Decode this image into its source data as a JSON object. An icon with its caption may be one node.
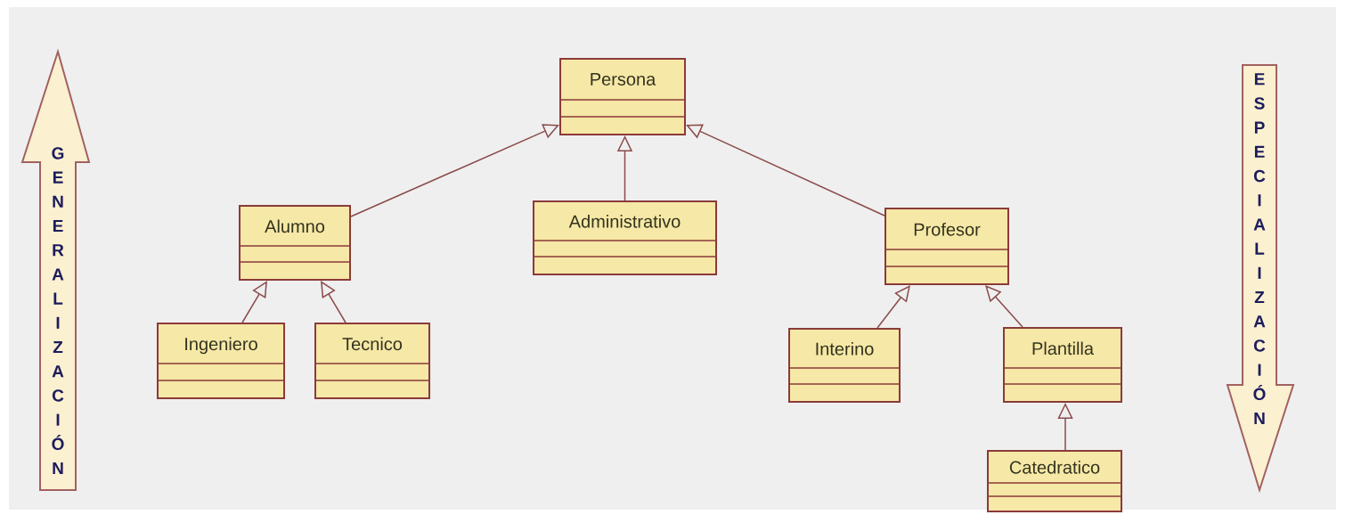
{
  "diagram": {
    "nodes": [
      {
        "text": [
          "Persona"
        ]
      },
      {
        "text": [
          "Alumno"
        ]
      },
      {
        "text": [
          "Administrativo"
        ]
      },
      {
        "text": [
          "Profesor"
        ]
      },
      {
        "text": [
          "Ingeniero"
        ]
      },
      {
        "text": [
          "Tecnico"
        ]
      },
      {
        "text": [
          "Interino"
        ]
      },
      {
        "text": [
          "Plantilla"
        ]
      },
      {
        "text": [
          "Catedratico"
        ]
      },
      {
        "text": [
          "GENERALIZACIÓN"
        ]
      },
      {
        "text": [
          "ESPECIALIZACIÓN"
        ]
      }
    ],
    "edges": [
      {
        "from": 1,
        "to": 0,
        "arrow": "to"
      },
      {
        "from": 2,
        "to": 0,
        "arrow": "to"
      },
      {
        "from": 3,
        "to": 0,
        "arrow": "to"
      },
      {
        "from": 4,
        "to": 1,
        "arrow": "to"
      },
      {
        "from": 5,
        "to": 1,
        "arrow": "to"
      },
      {
        "from": 6,
        "to": 3,
        "arrow": "to"
      },
      {
        "from": 7,
        "to": 3,
        "arrow": "to"
      },
      {
        "from": 8,
        "to": 7,
        "arrow": "to"
      }
    ]
  }
}
